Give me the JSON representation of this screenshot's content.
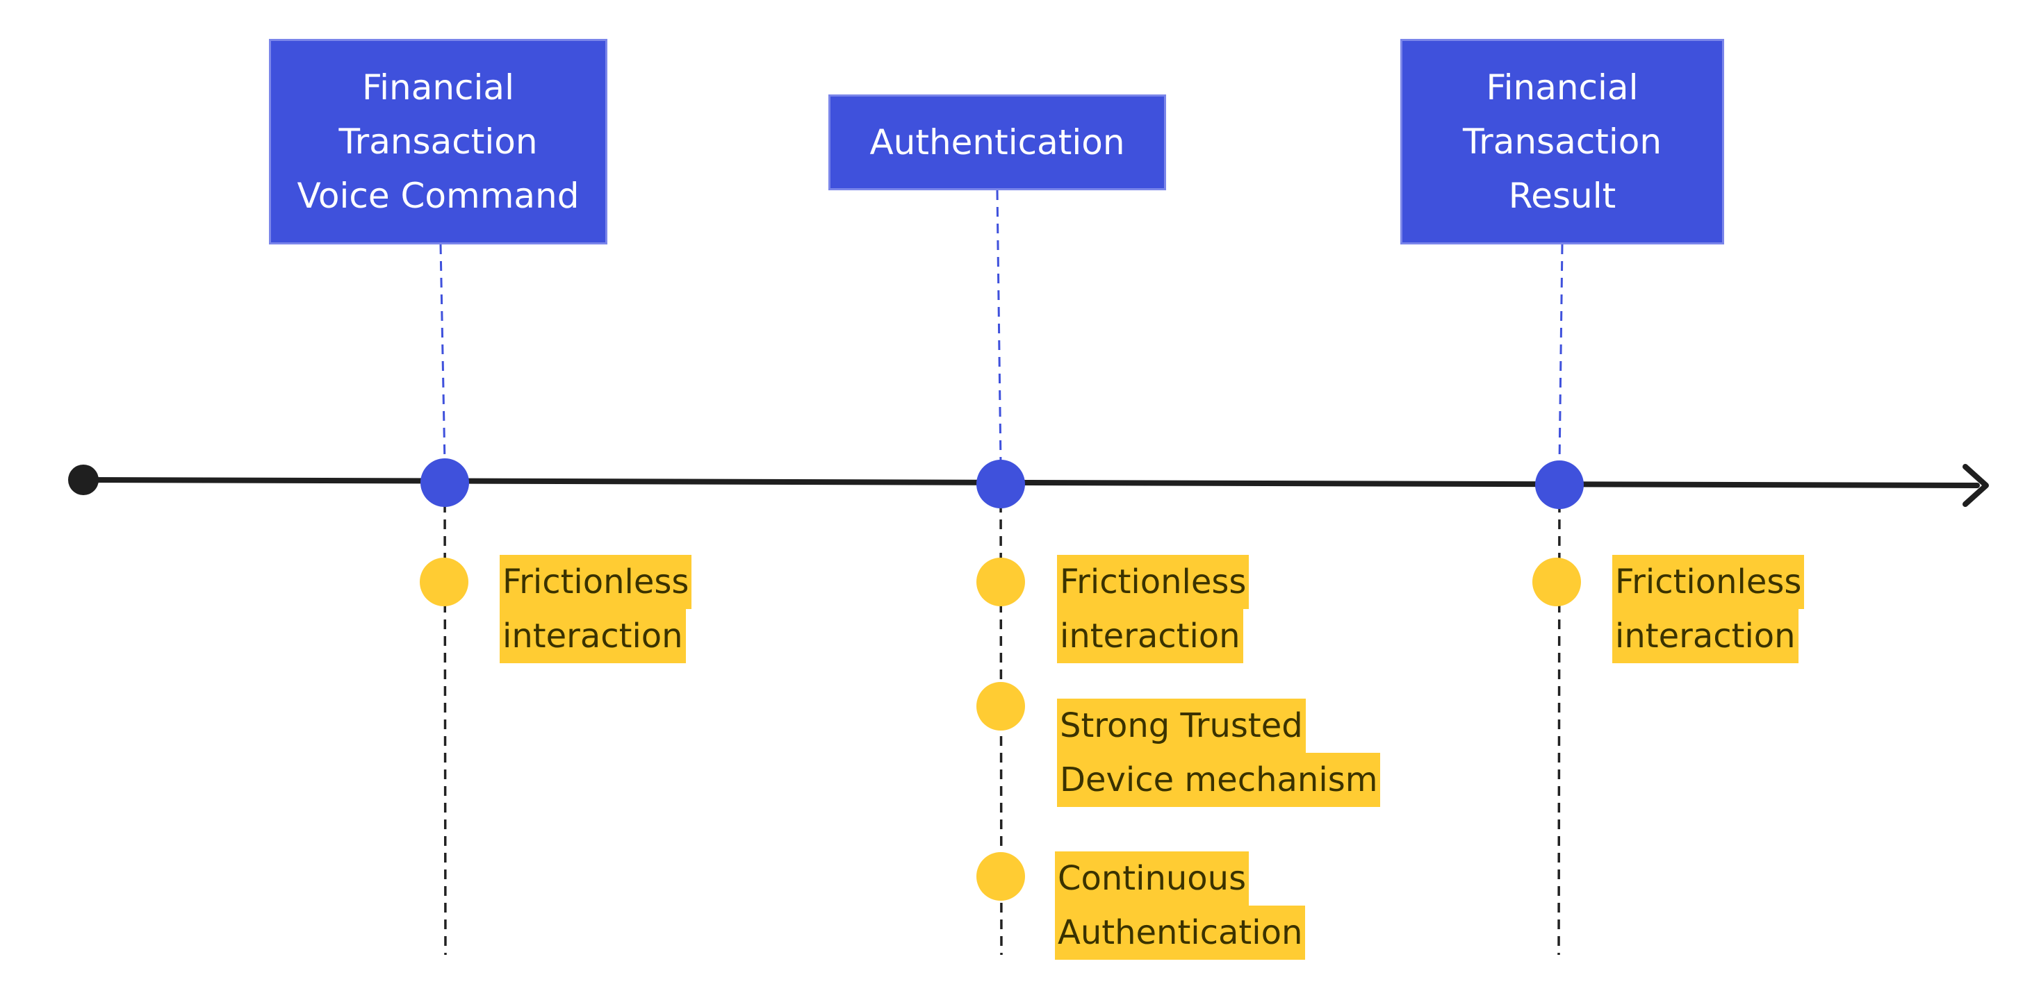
{
  "diagram": {
    "stages": [
      {
        "id": "voice",
        "title_lines": [
          "Financial",
          "Transaction",
          "Voice Command"
        ],
        "notes": [
          {
            "lines": [
              "Frictionless",
              "interaction"
            ]
          }
        ]
      },
      {
        "id": "auth",
        "title_lines": [
          "Authentication"
        ],
        "notes": [
          {
            "lines": [
              "Frictionless",
              "interaction"
            ]
          },
          {
            "lines": [
              "Strong Trusted",
              "Device mechanism"
            ]
          },
          {
            "lines": [
              "Continuous",
              "Authentication"
            ]
          }
        ]
      },
      {
        "id": "result",
        "title_lines": [
          "Financial",
          "Transaction",
          "Result"
        ],
        "notes": [
          {
            "lines": [
              "Frictionless",
              "interaction"
            ]
          }
        ]
      }
    ],
    "colors": {
      "stage_fill": "#3f51dc",
      "stage_border": "#7b86ea",
      "milestone_dot": "#3f51dc",
      "note_fill": "#ffcc33",
      "note_dot": "#ffcc33",
      "timeline": "#1f1f1f",
      "connector_top": "#3f51dc",
      "connector_bottom": "#222222"
    }
  }
}
